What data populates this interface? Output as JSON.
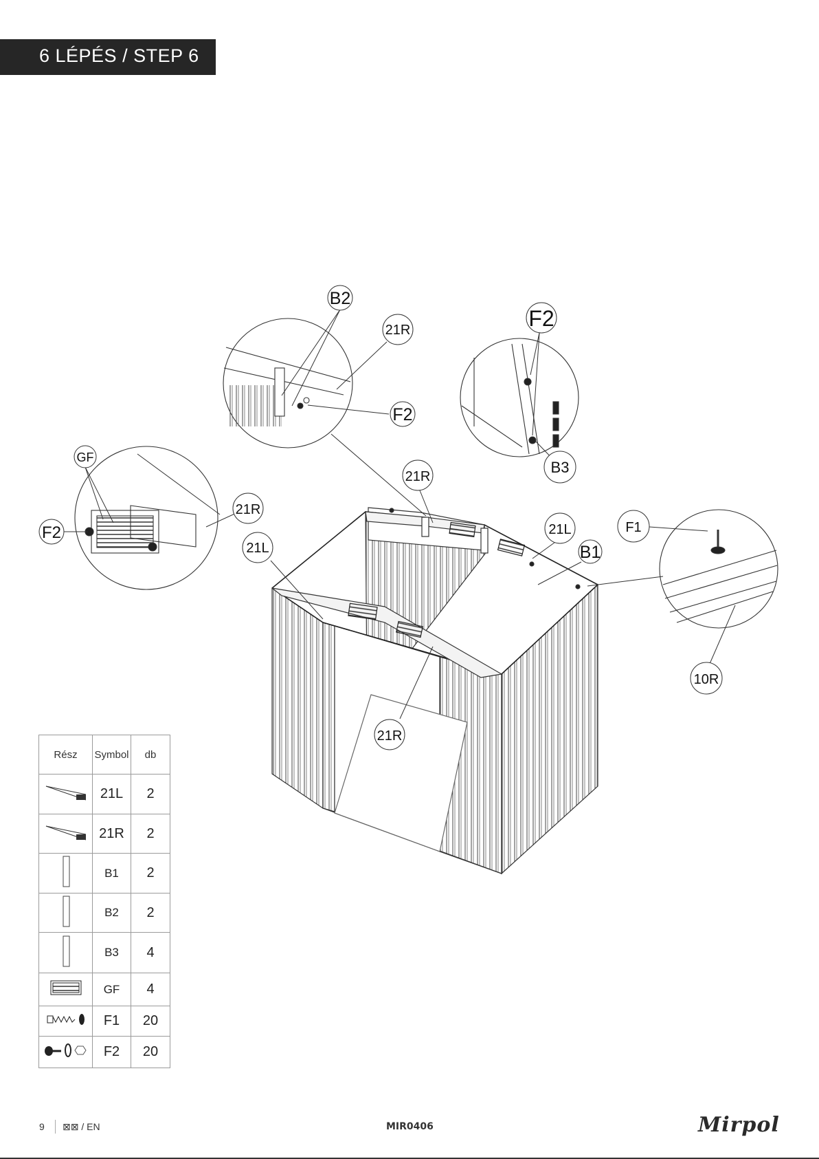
{
  "header": {
    "title": "6 LÉPÉS / STEP 6"
  },
  "callouts": {
    "b2": "B2",
    "r21_top": "21R",
    "f2_top": "F2",
    "f2_mid": "F2",
    "b3": "B3",
    "gf": "GF",
    "r21_left": "21R",
    "f2_left": "F2",
    "l21_left": "21L",
    "r21_center": "21R",
    "l21_right": "21L",
    "b1": "B1",
    "f1": "F1",
    "r10": "10R",
    "r21_bottom": "21R"
  },
  "parts_table": {
    "headers": {
      "part": "Rész",
      "symbol": "Symbol",
      "qty": "db"
    },
    "rows": [
      {
        "symbol": "21L",
        "qty": "2",
        "icon": "roof-beam-left-icon"
      },
      {
        "symbol": "21R",
        "qty": "2",
        "icon": "roof-beam-right-icon"
      },
      {
        "symbol": "B1",
        "qty": "2",
        "icon": "bracket-icon"
      },
      {
        "symbol": "B2",
        "qty": "2",
        "icon": "bracket-icon"
      },
      {
        "symbol": "B3",
        "qty": "4",
        "icon": "bracket-icon"
      },
      {
        "symbol": "GF",
        "qty": "4",
        "icon": "vent-grille-icon"
      },
      {
        "symbol": "F1",
        "qty": "20",
        "icon": "self-tapping-screw-icon"
      },
      {
        "symbol": "F2",
        "qty": "20",
        "icon": "bolt-nut-washer-icon"
      }
    ]
  },
  "footer": {
    "page": "9",
    "lang": "⊠⊠ / EN",
    "code": "MIR0406",
    "brand": "Mirpol"
  }
}
